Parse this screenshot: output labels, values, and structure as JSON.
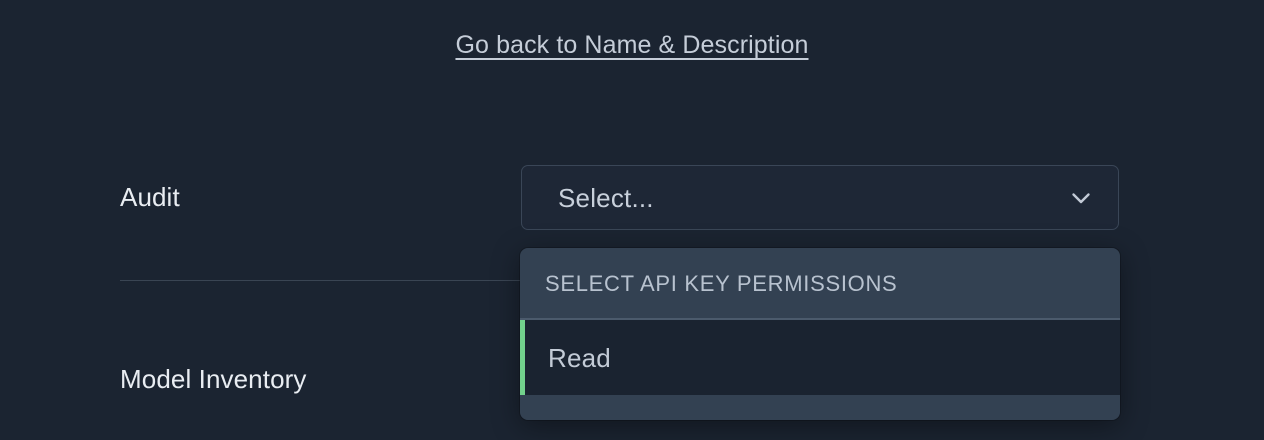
{
  "page": {
    "background_color": "#1b2431",
    "back_link": {
      "label": "Go back to Name & Description"
    }
  },
  "form": {
    "rows": [
      {
        "label": "Audit"
      },
      {
        "label": "Model Inventory"
      }
    ]
  },
  "select": {
    "value": "Select...",
    "placeholder": "Select...",
    "chevron_icon": "chevron-down-icon"
  },
  "dropdown": {
    "header": "Select API Key Permissions",
    "options": [
      {
        "label": "Read",
        "selected": true,
        "accent_color": "#72d18c"
      }
    ]
  },
  "colors": {
    "accent_green": "#72d18c",
    "panel_header_bg": "#334152",
    "panel_bg": "#1a2330",
    "text_primary": "#e9edf2",
    "text_secondary": "#c3cbd6",
    "border": "#3a4657"
  }
}
